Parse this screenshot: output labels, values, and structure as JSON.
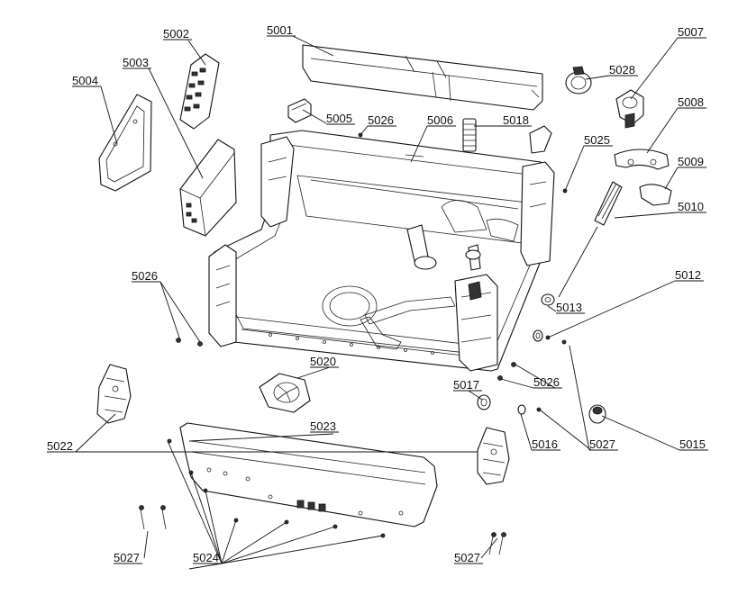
{
  "callouts": {
    "c5001": "5001",
    "c5002": "5002",
    "c5003": "5003",
    "c5004": "5004",
    "c5005": "5005",
    "c5006": "5006",
    "c5007": "5007",
    "c5008": "5008",
    "c5009": "5009",
    "c5010": "5010",
    "c5012": "5012",
    "c5013": "5013",
    "c5015": "5015",
    "c5016": "5016",
    "c5017": "5017",
    "c5018": "5018",
    "c5020": "5020",
    "c5022": "5022",
    "c5023": "5023",
    "c5024": "5024",
    "c5025": "5025",
    "c5026_top": "5026",
    "c5026_left": "5026",
    "c5026_right": "5026",
    "c5027_right": "5027",
    "c5027_bl": "5027",
    "c5027_br": "5027",
    "c5028": "5028"
  },
  "colors": {
    "line": "#111111",
    "background": "#ffffff"
  }
}
